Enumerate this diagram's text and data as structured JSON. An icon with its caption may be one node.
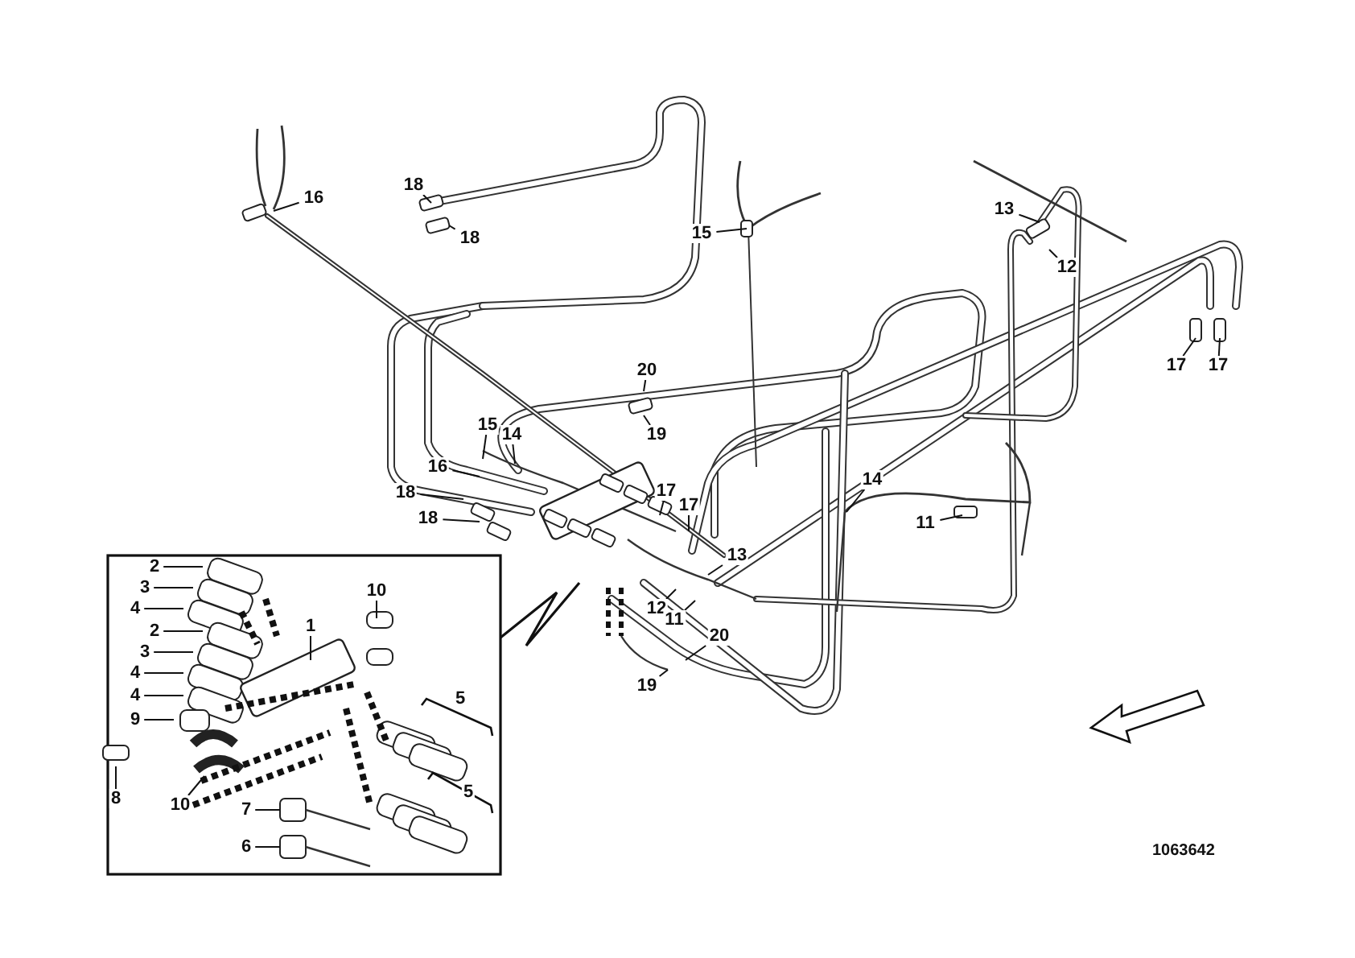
{
  "diagram": {
    "nodes": [
      {
        "text": [
          "16"
        ]
      },
      {
        "text": [
          "18"
        ]
      },
      {
        "text": [
          "18"
        ]
      },
      {
        "text": [
          "15"
        ]
      },
      {
        "text": [
          "20"
        ]
      },
      {
        "text": [
          "19"
        ]
      },
      {
        "text": [
          "13"
        ]
      },
      {
        "text": [
          "12"
        ]
      },
      {
        "text": [
          "17"
        ]
      },
      {
        "text": [
          "17"
        ]
      },
      {
        "text": [
          "15"
        ]
      },
      {
        "text": [
          "14"
        ]
      },
      {
        "text": [
          "16"
        ]
      },
      {
        "text": [
          "18"
        ]
      },
      {
        "text": [
          "18"
        ]
      },
      {
        "text": [
          "17"
        ]
      },
      {
        "text": [
          "17"
        ]
      },
      {
        "text": [
          "13"
        ]
      },
      {
        "text": [
          "12"
        ]
      },
      {
        "text": [
          "11"
        ]
      },
      {
        "text": [
          "14"
        ]
      },
      {
        "text": [
          "11"
        ]
      },
      {
        "text": [
          "20"
        ]
      },
      {
        "text": [
          "19"
        ]
      },
      {
        "text": [
          "2"
        ]
      },
      {
        "text": [
          "3"
        ]
      },
      {
        "text": [
          "4"
        ]
      },
      {
        "text": [
          "2"
        ]
      },
      {
        "text": [
          "3"
        ]
      },
      {
        "text": [
          "4"
        ]
      },
      {
        "text": [
          "4"
        ]
      },
      {
        "text": [
          "1"
        ]
      },
      {
        "text": [
          "10"
        ]
      },
      {
        "text": [
          "9"
        ]
      },
      {
        "text": [
          "8"
        ]
      },
      {
        "text": [
          "5"
        ]
      },
      {
        "text": [
          "5"
        ]
      },
      {
        "text": [
          "10"
        ]
      },
      {
        "text": [
          "7"
        ]
      },
      {
        "text": [
          "6"
        ]
      }
    ],
    "edges": [
      {
        "from": 0,
        "to": null,
        "arrow": "none"
      },
      {
        "from": 1,
        "to": null,
        "arrow": "none"
      },
      {
        "from": 2,
        "to": null,
        "arrow": "none"
      },
      {
        "from": 3,
        "to": null,
        "arrow": "none"
      },
      {
        "from": 4,
        "to": null,
        "arrow": "none"
      },
      {
        "from": 5,
        "to": null,
        "arrow": "none"
      },
      {
        "from": 6,
        "to": null,
        "arrow": "none"
      },
      {
        "from": 7,
        "to": null,
        "arrow": "none"
      },
      {
        "from": 8,
        "to": null,
        "arrow": "none"
      },
      {
        "from": 9,
        "to": null,
        "arrow": "none"
      },
      {
        "from": 10,
        "to": null,
        "arrow": "none"
      },
      {
        "from": 11,
        "to": null,
        "arrow": "none"
      },
      {
        "from": 12,
        "to": null,
        "arrow": "none"
      },
      {
        "from": 13,
        "to": null,
        "arrow": "none"
      },
      {
        "from": 14,
        "to": null,
        "arrow": "none"
      },
      {
        "from": 15,
        "to": null,
        "arrow": "none"
      },
      {
        "from": 16,
        "to": null,
        "arrow": "none"
      },
      {
        "from": 17,
        "to": null,
        "arrow": "none"
      },
      {
        "from": 18,
        "to": null,
        "arrow": "none"
      },
      {
        "from": 19,
        "to": null,
        "arrow": "none"
      },
      {
        "from": 20,
        "to": null,
        "arrow": "none"
      },
      {
        "from": 21,
        "to": null,
        "arrow": "none"
      },
      {
        "from": 22,
        "to": null,
        "arrow": "none"
      },
      {
        "from": 23,
        "to": null,
        "arrow": "none"
      },
      {
        "from": 24,
        "to": null,
        "arrow": "none"
      },
      {
        "from": 25,
        "to": null,
        "arrow": "none"
      },
      {
        "from": 26,
        "to": null,
        "arrow": "none"
      },
      {
        "from": 27,
        "to": null,
        "arrow": "none"
      },
      {
        "from": 28,
        "to": null,
        "arrow": "none"
      },
      {
        "from": 29,
        "to": null,
        "arrow": "none"
      },
      {
        "from": 30,
        "to": null,
        "arrow": "none"
      },
      {
        "from": 31,
        "to": null,
        "arrow": "none"
      },
      {
        "from": 32,
        "to": null,
        "arrow": "none"
      },
      {
        "from": 33,
        "to": null,
        "arrow": "none"
      },
      {
        "from": 34,
        "to": null,
        "arrow": "none"
      },
      {
        "from": 37,
        "to": null,
        "arrow": "none"
      },
      {
        "from": 38,
        "to": null,
        "arrow": "none"
      },
      {
        "from": 39,
        "to": null,
        "arrow": "none"
      }
    ],
    "labels": [
      "1063642"
    ]
  }
}
